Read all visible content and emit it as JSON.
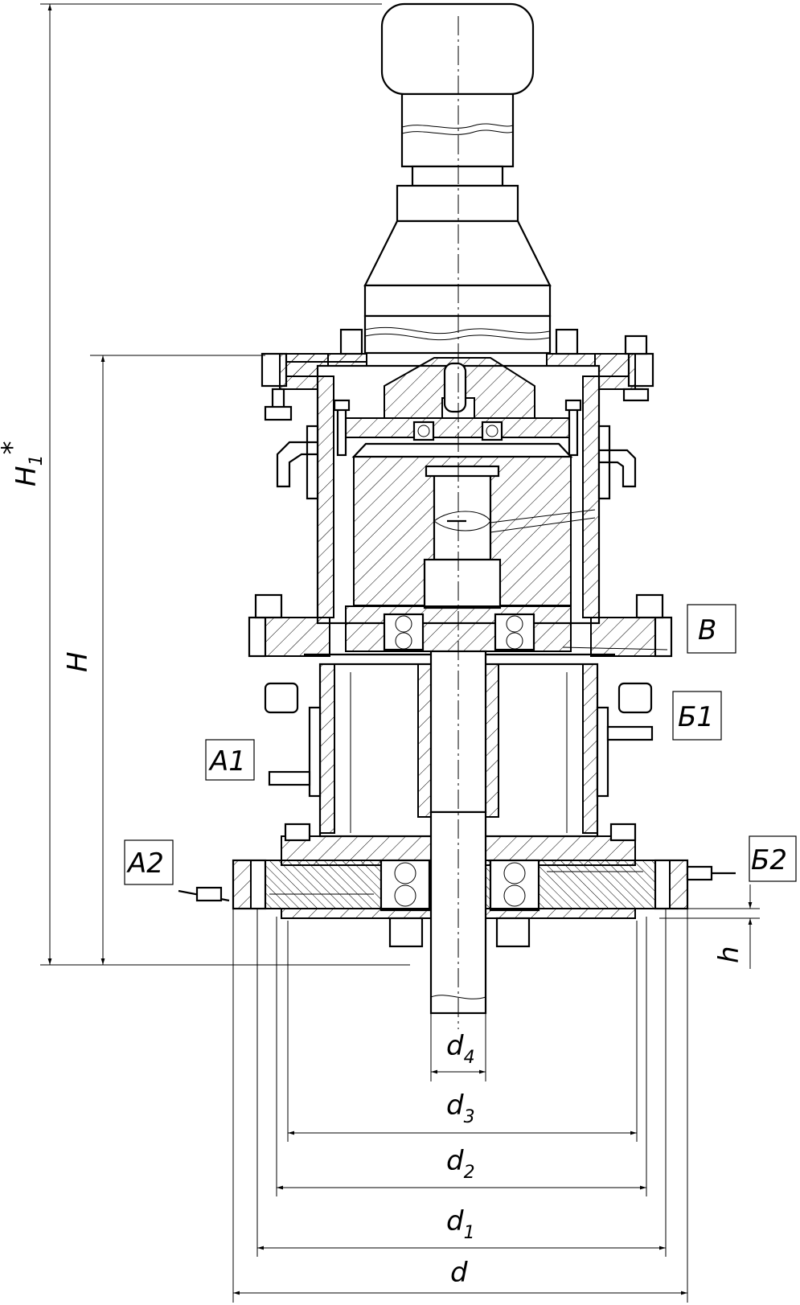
{
  "dimensions": {
    "H1": {
      "base": "H",
      "sub": "1",
      "sup": "*"
    },
    "H": {
      "base": "H"
    },
    "h": {
      "base": "h"
    },
    "d4": {
      "base": "d",
      "sub": "4"
    },
    "d3": {
      "base": "d",
      "sub": "3"
    },
    "d2": {
      "base": "d",
      "sub": "2"
    },
    "d1": {
      "base": "d",
      "sub": "1"
    },
    "d": {
      "base": "d"
    }
  },
  "callouts": {
    "B": "B",
    "B1": "Б1",
    "A1": "A1",
    "A2": "A2",
    "B2": "Б2"
  }
}
